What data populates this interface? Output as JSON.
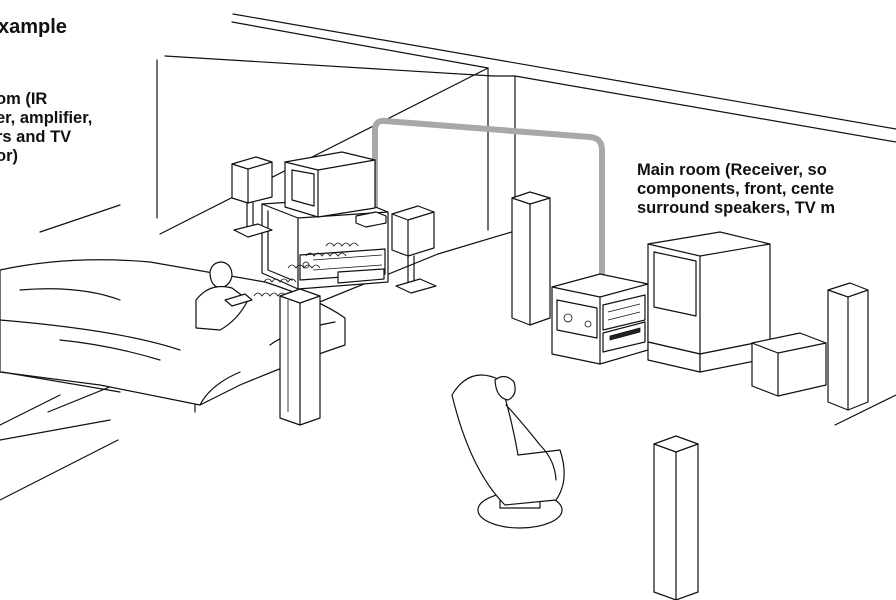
{
  "title": "xample",
  "sub_room_label": [
    "om (IR",
    "er, amplifier,",
    "rs and TV",
    "or)"
  ],
  "main_room_label": [
    "Main room (Receiver, so",
    "components, front, cente",
    "surround speakers, TV m"
  ],
  "colors": {
    "ink": "#111111",
    "cable": "#a8a8a8",
    "background": "#ffffff"
  }
}
